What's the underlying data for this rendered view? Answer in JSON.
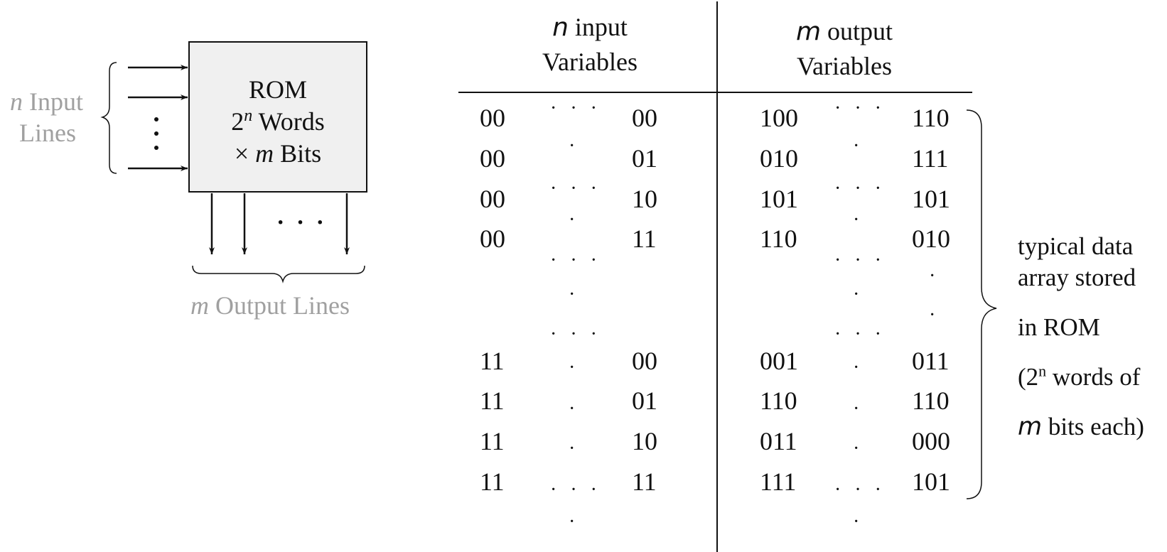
{
  "rom": {
    "line1": "ROM",
    "line2_base": "2",
    "line2_exp": "n",
    "line2_rest": " Words",
    "line3_times": "×",
    "line3_m": "m",
    "line3_rest": " Bits"
  },
  "inputs_label": {
    "var": "n",
    "text1": " Input",
    "text2": "Lines"
  },
  "outputs_label": {
    "var": "m",
    "text": " Output Lines"
  },
  "ellipsis_h": "· · ·",
  "table": {
    "input_header": {
      "var": "n",
      "line1": " input",
      "line2": "Variables"
    },
    "output_header": {
      "var": "m",
      "line1": " output",
      "line2": "Variables"
    },
    "rows_top": [
      {
        "in_first": "00",
        "in_last": "00",
        "out_first": "100",
        "out_last": "110"
      },
      {
        "in_first": "00",
        "in_last": "01",
        "out_first": "010",
        "out_last": "111"
      },
      {
        "in_first": "00",
        "in_last": "10",
        "out_first": "101",
        "out_last": "101"
      },
      {
        "in_first": "00",
        "in_last": "11",
        "out_first": "110",
        "out_last": "010"
      }
    ],
    "rows_bottom": [
      {
        "in_first": "11",
        "in_last": "00",
        "out_first": "001",
        "out_last": "011"
      },
      {
        "in_first": "11",
        "in_last": "01",
        "out_first": "110",
        "out_last": "110"
      },
      {
        "in_first": "11",
        "in_last": "10",
        "out_first": "011",
        "out_last": "000"
      },
      {
        "in_first": "11",
        "in_last": "11",
        "out_first": "111",
        "out_last": "101"
      }
    ],
    "h_dots": "· · ·",
    "v_dot": "·"
  },
  "note": {
    "line1": "typical data",
    "line2": "array stored",
    "line3": "in ROM",
    "line4_open": "(2",
    "line4_exp": "n",
    "line4_rest": " words of",
    "line5_var": "m",
    "line5_rest": "  bits each)"
  }
}
